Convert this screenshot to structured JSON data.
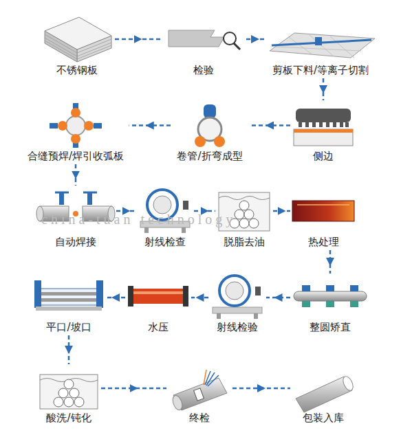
{
  "diagram": {
    "nodes": [
      {
        "text": [
          "不锈钢板"
        ]
      },
      {
        "text": [
          "检验"
        ]
      },
      {
        "text": [
          "剪板下料/等离子切割"
        ]
      },
      {
        "text": [
          "合缝预焊/焊引收弧板"
        ]
      },
      {
        "text": [
          "卷管/折弯成型"
        ]
      },
      {
        "text": [
          "侧边"
        ]
      },
      {
        "text": [
          "自动焊接"
        ]
      },
      {
        "text": [
          "射线检查"
        ]
      },
      {
        "text": [
          "脱脂去油"
        ]
      },
      {
        "text": [
          "热处理"
        ]
      },
      {
        "text": [
          "平口/坡口"
        ]
      },
      {
        "text": [
          "水压"
        ]
      },
      {
        "text": [
          "射线检验"
        ]
      },
      {
        "text": [
          "整圆矫直"
        ]
      },
      {
        "text": [
          "酸洗/钝化"
        ]
      },
      {
        "text": [
          "终检"
        ]
      },
      {
        "text": [
          "包装入库"
        ]
      }
    ],
    "edges": [
      {
        "from": 0,
        "to": 1,
        "arrow": "to"
      },
      {
        "from": 1,
        "to": 2,
        "arrow": "to"
      },
      {
        "from": 2,
        "to": 5,
        "arrow": "to"
      },
      {
        "from": 5,
        "to": 4,
        "arrow": "to"
      },
      {
        "from": 4,
        "to": 3,
        "arrow": "to"
      },
      {
        "from": 3,
        "to": 6,
        "arrow": "to"
      },
      {
        "from": 6,
        "to": 7,
        "arrow": "to"
      },
      {
        "from": 7,
        "to": 8,
        "arrow": "to"
      },
      {
        "from": 8,
        "to": 9,
        "arrow": "to"
      },
      {
        "from": 9,
        "to": 13,
        "arrow": "to"
      },
      {
        "from": 13,
        "to": 12,
        "arrow": "to"
      },
      {
        "from": 12,
        "to": 11,
        "arrow": "to"
      },
      {
        "from": 11,
        "to": 10,
        "arrow": "to"
      },
      {
        "from": 10,
        "to": 14,
        "arrow": "to"
      },
      {
        "from": 14,
        "to": 15,
        "arrow": "to"
      },
      {
        "from": 15,
        "to": 16,
        "arrow": "to"
      }
    ],
    "labels": [
      "china-tuan technology"
    ]
  }
}
